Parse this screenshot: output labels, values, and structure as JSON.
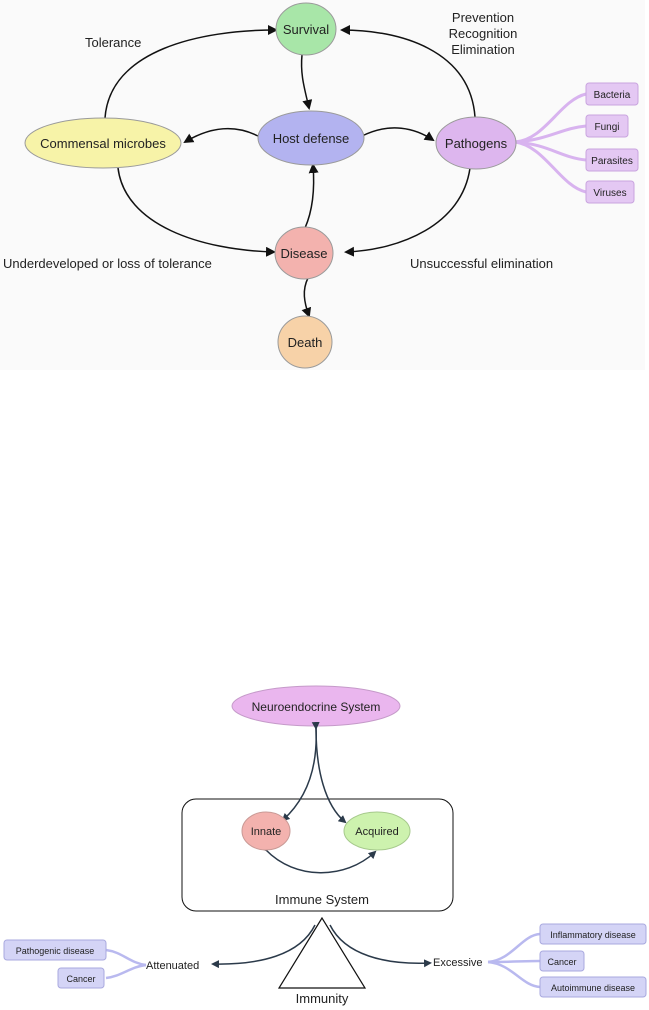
{
  "top_diagram": {
    "nodes": {
      "survival": "Survival",
      "host_defense": "Host defense",
      "commensal": "Commensal microbes",
      "pathogens": "Pathogens",
      "disease": "Disease",
      "death": "Death"
    },
    "pathogen_types": [
      "Bacteria",
      "Fungi",
      "Parasites",
      "Viruses"
    ],
    "labels": {
      "tolerance": "Tolerance",
      "prevention": "Prevention",
      "recognition": "Recognition",
      "elimination": "Elimination",
      "underdeveloped": "Underdeveloped or loss of tolerance",
      "unsuccessful": "Unsuccessful elimination"
    },
    "colors": {
      "survival": "#a8e6a8",
      "host_defense": "#b3b3f0",
      "commensal": "#f7f3a8",
      "pathogens": "#ddb6ee",
      "disease": "#f3b2ae",
      "death": "#f7d2a8",
      "pathogen_box": "#e4c8f3"
    }
  },
  "bottom_diagram": {
    "neuroendocrine": "Neuroendocrine System",
    "innate": "Innate",
    "acquired": "Acquired",
    "immune_system": "Immune System",
    "immunity": "Immunity",
    "attenuated": "Attenuated",
    "excessive": "Excessive",
    "attenuated_items": [
      "Pathogenic disease",
      "Cancer"
    ],
    "excessive_items": [
      "Inflammatory disease",
      "Cancer",
      "Autoimmune disease"
    ],
    "colors": {
      "neuroendocrine": "#eab6ee",
      "innate": "#f3b2ae",
      "acquired": "#cdf2ae",
      "item_box": "#d4d4f6"
    }
  }
}
